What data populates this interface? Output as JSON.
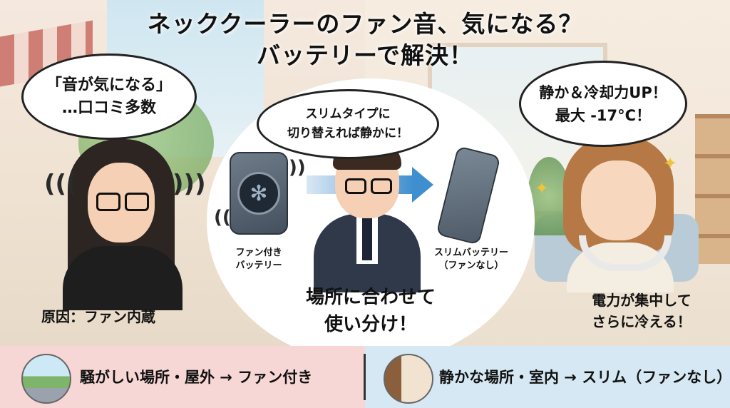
{
  "title": {
    "line1": "ネッククーラーのファン音、気になる？",
    "line2": "バッテリーで解決！"
  },
  "bubbles": {
    "left": {
      "line1": "「音が気になる」",
      "line2": "…口コミ多数"
    },
    "center": {
      "line1": "スリムタイプに",
      "line2": "切り替えれば静かに！"
    },
    "right": {
      "line1": "静か＆冷却力UP！",
      "line2": "最大 -17°C！"
    }
  },
  "devices": {
    "fan": {
      "line1": "ファン付き",
      "line2": "バッテリー"
    },
    "slim": {
      "line1": "スリムバッテリー",
      "line2": "（ファンなし）"
    }
  },
  "captions": {
    "cause": "原因：ファン内蔵",
    "center": {
      "line1": "場所に合わせて",
      "line2": "使い分け！"
    },
    "right": {
      "line1": "電力が集中して",
      "line2": "さらに冷える！"
    }
  },
  "bottom_bar": {
    "left": "騒がしい場所・屋外 → ファン付き",
    "right": "静かな場所・室内 → スリム（ファンなし）"
  },
  "colors": {
    "bar_left": "#f7d7d5",
    "bar_right": "#d5e8f3",
    "arrow": "#3f8fd0"
  },
  "icons": [
    "sound-wave-icon",
    "fan-icon",
    "arrow-right-icon",
    "sparkle-icon",
    "city-park-icon",
    "living-room-icon"
  ]
}
